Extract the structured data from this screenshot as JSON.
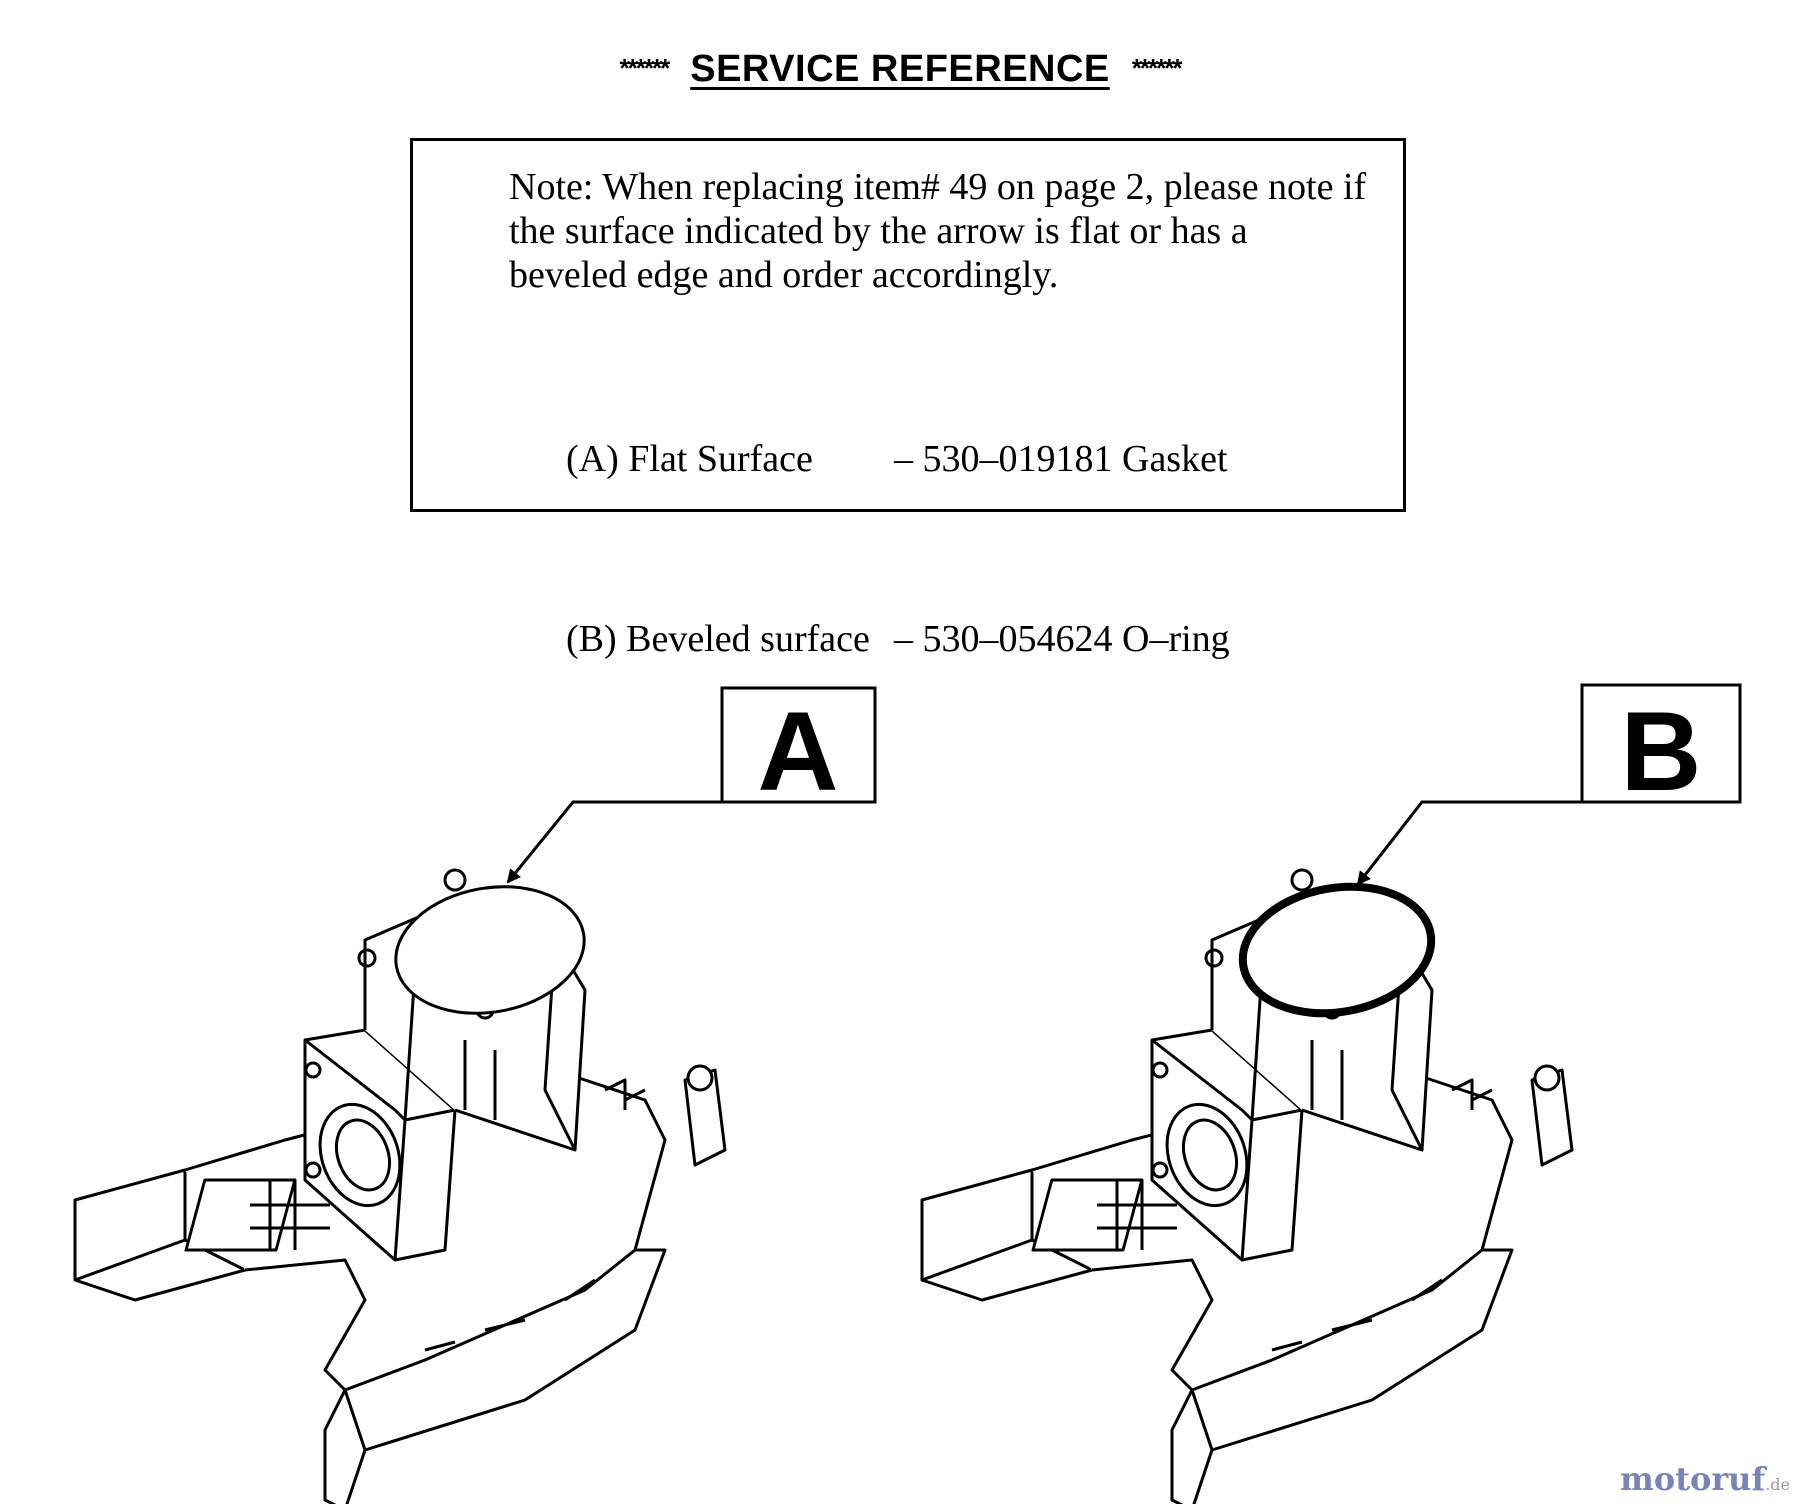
{
  "header": {
    "stars_left": "******",
    "title": "SERVICE REFERENCE",
    "stars_right": "******"
  },
  "note": {
    "text": "Note: When replacing item# 49 on page 2, please note if the surface indicated by the arrow is flat or has a beveled edge and order accordingly."
  },
  "parts": [
    {
      "label": "(A) Flat Surface",
      "dash": "–",
      "part": "530–019181 Gasket"
    },
    {
      "label": "(B) Beveled surface",
      "dash": "–",
      "part": "530–054624 O–ring"
    }
  ],
  "callouts": [
    {
      "letter": "A",
      "surface": "flat"
    },
    {
      "letter": "B",
      "surface": "beveled"
    }
  ],
  "watermark": {
    "brand": "motoruf",
    "domain": ".de"
  }
}
